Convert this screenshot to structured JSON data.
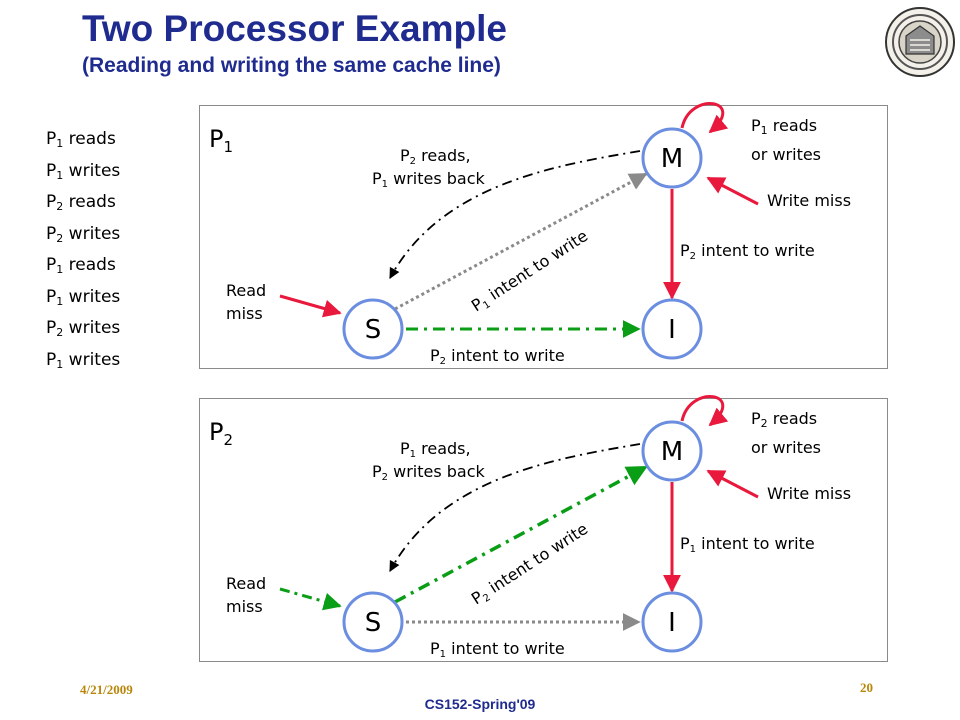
{
  "slide": {
    "title": "Two Processor Example",
    "subtitle": "(Reading and writing the same cache line)",
    "logo": "university-seal",
    "footer": {
      "date": "4/21/2009",
      "course": "CS152-Spring'09",
      "page": "20"
    }
  },
  "events": [
    {
      "p": "P",
      "n": "1",
      "action": "reads"
    },
    {
      "p": "P",
      "n": "1",
      "action": "writes"
    },
    {
      "p": "P",
      "n": "2",
      "action": "reads"
    },
    {
      "p": "P",
      "n": "2",
      "action": "writes"
    },
    {
      "p": "P",
      "n": "1",
      "action": "reads"
    },
    {
      "p": "P",
      "n": "1",
      "action": "writes"
    },
    {
      "p": "P",
      "n": "2",
      "action": "writes"
    },
    {
      "p": "P",
      "n": "1",
      "action": "writes"
    }
  ],
  "colors": {
    "title": "#1f2b8f",
    "node_border": "#6b8ee0",
    "red_arrow": "#e8193c",
    "green_arrow": "#0a9e16",
    "gray_arrow": "#8a8a8a",
    "footer": "#b8860b"
  },
  "diagrams": [
    {
      "proc": "P",
      "proc_num": "1",
      "states": {
        "m": "M",
        "s": "S",
        "i": "I"
      },
      "labels": {
        "self_loop": {
          "p": "P",
          "n": "1",
          "line1": "reads",
          "line2": "or writes"
        },
        "write_miss": "Write miss",
        "read_miss_1": "Read",
        "read_miss_2": "miss",
        "m_to_i": {
          "p": "P",
          "n": "2",
          "text": "intent to write"
        },
        "s_to_m": {
          "p": "P",
          "n": "1",
          "text": "intent to write"
        },
        "s_to_i": {
          "p": "P",
          "n": "2",
          "text": "intent to write"
        },
        "m_to_s_1": {
          "p": "P",
          "n": "2",
          "text": "reads,"
        },
        "m_to_s_2": {
          "p": "P",
          "n": "1",
          "text": "writes back"
        }
      },
      "highlight": {
        "read_miss": "red",
        "s_to_m": "gray",
        "s_to_i": "green"
      }
    },
    {
      "proc": "P",
      "proc_num": "2",
      "states": {
        "m": "M",
        "s": "S",
        "i": "I"
      },
      "labels": {
        "self_loop": {
          "p": "P",
          "n": "2",
          "line1": "reads",
          "line2": "or writes"
        },
        "write_miss": "Write miss",
        "read_miss_1": "Read",
        "read_miss_2": "miss",
        "m_to_i": {
          "p": "P",
          "n": "1",
          "text": "intent to write"
        },
        "s_to_m": {
          "p": "P",
          "n": "2",
          "text": "intent to write"
        },
        "s_to_i": {
          "p": "P",
          "n": "1",
          "text": "intent to write"
        },
        "m_to_s_1": {
          "p": "P",
          "n": "1",
          "text": "reads,"
        },
        "m_to_s_2": {
          "p": "P",
          "n": "2",
          "text": "writes back"
        }
      },
      "highlight": {
        "read_miss": "green",
        "s_to_m": "green",
        "s_to_i": "gray"
      }
    }
  ]
}
